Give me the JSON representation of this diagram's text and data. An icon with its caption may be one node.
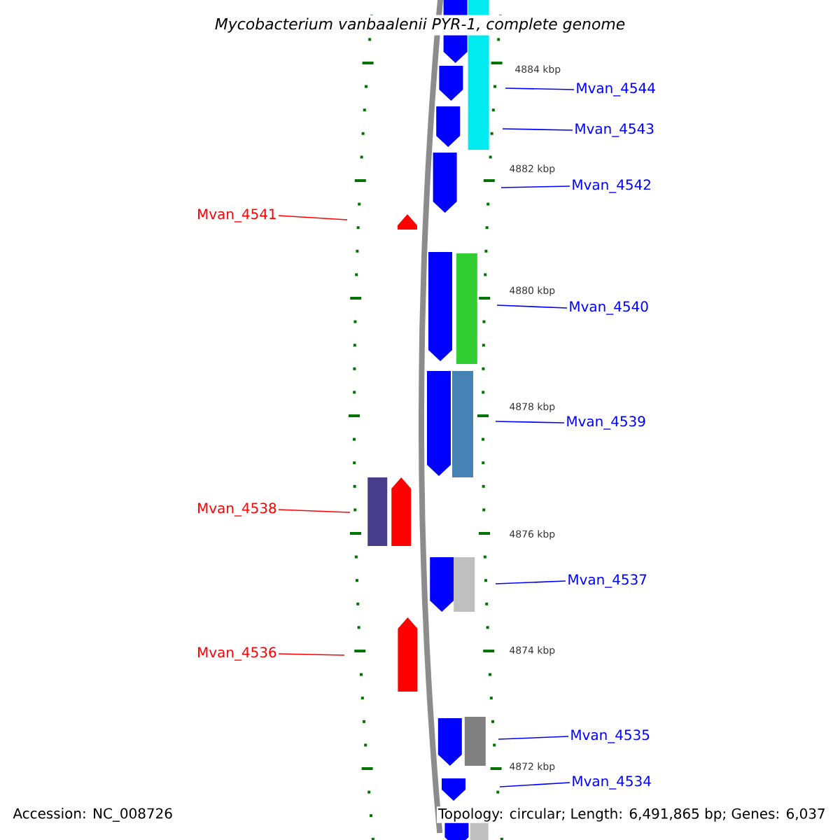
{
  "diagram": {
    "title": "Mycobacterium vanbaalenii PYR-1, complete genome",
    "nodes": [
      {
        "text": [
          "Mvan_4544"
        ]
      },
      {
        "text": [
          "Mvan_4543"
        ]
      },
      {
        "text": [
          "Mvan_4542"
        ]
      },
      {
        "text": [
          "Mvan_4541"
        ]
      },
      {
        "text": [
          "Mvan_4540"
        ]
      },
      {
        "text": [
          "Mvan_4539"
        ]
      },
      {
        "text": [
          "Mvan_4538"
        ]
      },
      {
        "text": [
          "Mvan_4537"
        ]
      },
      {
        "text": [
          "Mvan_4536"
        ]
      },
      {
        "text": [
          "Mvan_4535"
        ]
      },
      {
        "text": [
          "Mvan_4534"
        ]
      }
    ],
    "edges": [
      {
        "from": 0,
        "to": null,
        "arrow": "none"
      },
      {
        "from": 1,
        "to": null,
        "arrow": "none"
      },
      {
        "from": 2,
        "to": null,
        "arrow": "none"
      },
      {
        "from": 3,
        "to": null,
        "arrow": "none",
        "color": "#ff0000"
      },
      {
        "from": 4,
        "to": null,
        "arrow": "none"
      },
      {
        "from": 5,
        "to": null,
        "arrow": "none"
      },
      {
        "from": 6,
        "to": null,
        "arrow": "none",
        "color": "#ff0000"
      },
      {
        "from": 7,
        "to": null,
        "arrow": "none"
      },
      {
        "from": 8,
        "to": null,
        "arrow": "none",
        "color": "#ff0000"
      },
      {
        "from": 9,
        "to": null,
        "arrow": "none"
      },
      {
        "from": 10,
        "to": null,
        "arrow": "none"
      }
    ],
    "labels": [
      "4884 kbp",
      "4882 kbp",
      "4880 kbp",
      "4878 kbp",
      "4876 kbp",
      "4874 kbp",
      "4872 kbp",
      "Accession: NC_008726",
      "Topology: circular; Length: 6,491,865 bp; Genes: 6,037"
    ]
  }
}
